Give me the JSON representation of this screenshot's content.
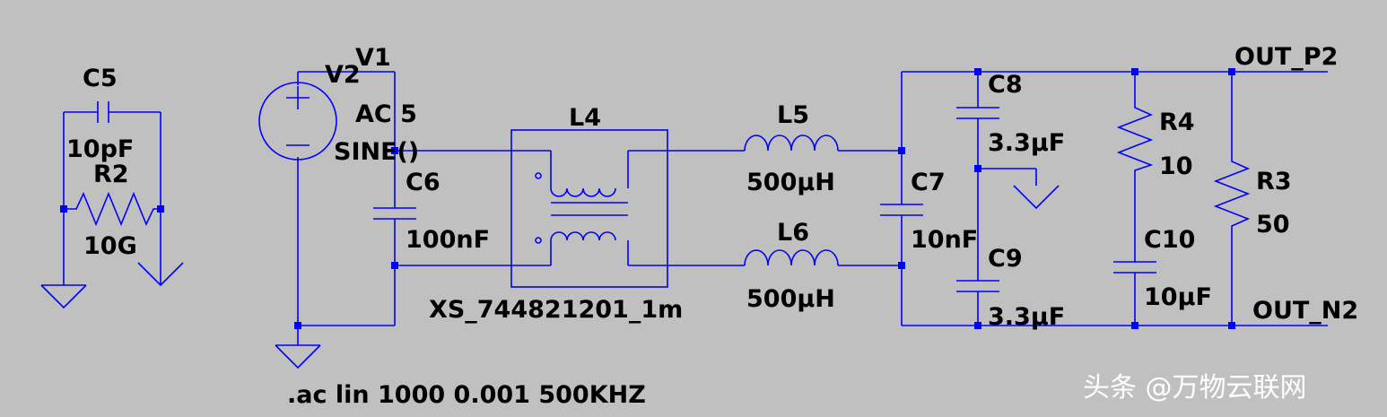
{
  "colors": {
    "background": "#c0c0c0",
    "wire": "#0000ff",
    "text": "#000000"
  },
  "components": {
    "C5": {
      "name": "C5",
      "value": "10pF"
    },
    "R2": {
      "name": "R2",
      "value": "10G"
    },
    "V1": {
      "name": "V1"
    },
    "V2": {
      "name": "V2",
      "value1": "AC 5",
      "value2": "SINE()"
    },
    "C6": {
      "name": "C6",
      "value": "100nF"
    },
    "L4": {
      "name": "L4",
      "model": "XS_744821201_1m"
    },
    "L5": {
      "name": "L5",
      "value": "500μH"
    },
    "L6": {
      "name": "L6",
      "value": "500μH"
    },
    "C7": {
      "name": "C7",
      "value": "10nF"
    },
    "C8": {
      "name": "C8",
      "value": "3.3μF"
    },
    "C9": {
      "name": "C9",
      "value": "3.3μF"
    },
    "R4": {
      "name": "R4",
      "value": "10"
    },
    "C10": {
      "name": "C10",
      "value": "10μF"
    },
    "R3": {
      "name": "R3",
      "value": "50"
    }
  },
  "nets": {
    "out_p": "OUT_P2",
    "out_n": "OUT_N2"
  },
  "directive": ".ac lin 1000 0.001 500KHZ",
  "watermark": "头条 @万物云联网"
}
